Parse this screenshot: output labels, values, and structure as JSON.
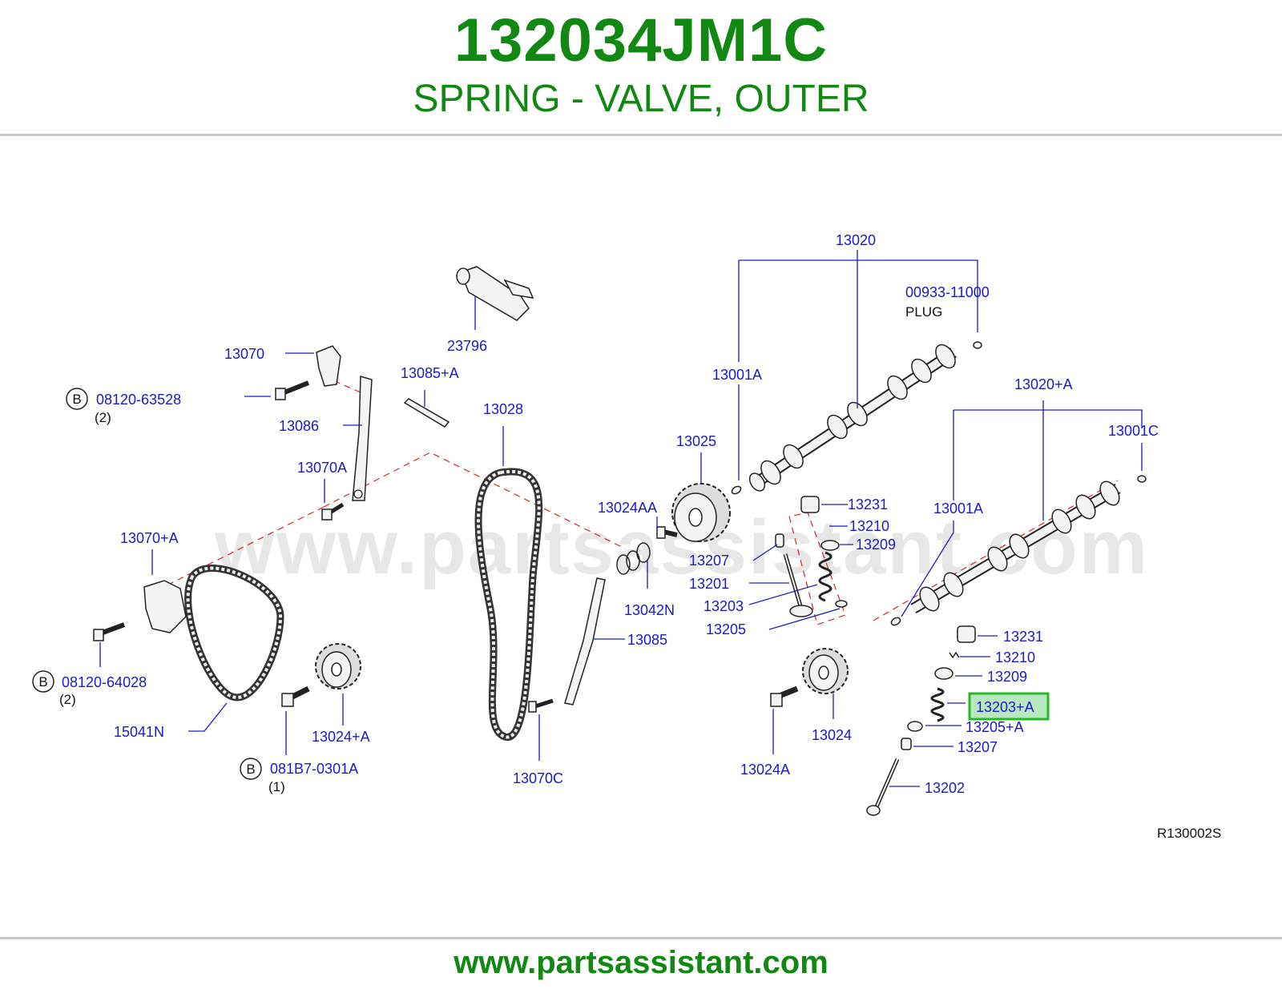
{
  "header": {
    "part_number": "132034JM1C",
    "part_name": "SPRING - VALVE, OUTER"
  },
  "diagram": {
    "code": "R130002S",
    "watermark": "www.partsassistant.com",
    "highlight_color": "#22bb22",
    "labels": {
      "l_13020": "13020",
      "l_00933": "00933-11000",
      "l_plug": "PLUG",
      "l_13001A_top": "13001A",
      "l_13020A": "13020+A",
      "l_13001C": "13001C",
      "l_13025": "13025",
      "l_13024AA": "13024AA",
      "l_13231_a": "13231",
      "l_13210_a": "13210",
      "l_13209_a": "13209",
      "l_13207_a": "13207",
      "l_13201": "13201",
      "l_13203": "13203",
      "l_13205": "13205",
      "l_13001A_right": "13001A",
      "l_13042N": "13042N",
      "l_13085": "13085",
      "l_13231_b": "13231",
      "l_13210_b": "13210",
      "l_13209_b": "13209",
      "l_13203A": "13203+A",
      "l_13205A": "13205+A",
      "l_13207_b": "13207",
      "l_13202": "13202",
      "l_13024": "13024",
      "l_13024A": "13024A",
      "l_23796": "23796",
      "l_13070": "13070",
      "l_08120_63528": "08120-63528",
      "q_2a": "(2)",
      "l_13085A": "13085+A",
      "l_13028": "13028",
      "l_13086": "13086",
      "l_13070A": "13070A",
      "l_13070plusA": "13070+A",
      "l_08120_64028": "08120-64028",
      "q_2b": "(2)",
      "l_15041N": "15041N",
      "l_13024plusA": "13024+A",
      "l_081B7": "081B7-0301A",
      "q_1": "(1)",
      "l_13070C": "13070C",
      "b1": "B",
      "b2": "B",
      "b3": "B"
    }
  },
  "footer": {
    "url": "www.partsassistant.com"
  }
}
